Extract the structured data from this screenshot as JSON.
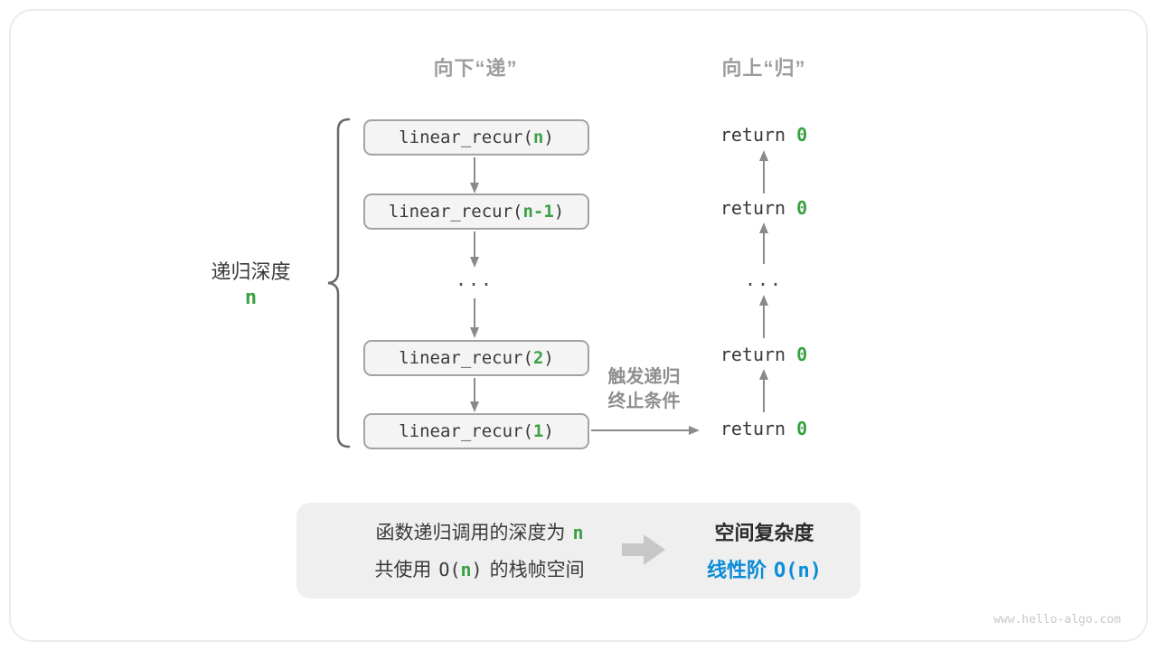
{
  "headers": {
    "down": "向下“递”",
    "up": "向上“归”"
  },
  "depth": {
    "label": "递归深度",
    "value": "n"
  },
  "recurse": {
    "boxes": [
      {
        "prefix": "linear_recur(",
        "arg": "n",
        "suffix": ")"
      },
      {
        "prefix": "linear_recur(",
        "arg": "n-1",
        "suffix": ")"
      },
      {
        "prefix": "linear_recur(",
        "arg": "2",
        "suffix": ")"
      },
      {
        "prefix": "linear_recur(",
        "arg": "1",
        "suffix": ")"
      }
    ],
    "ellipsis": "..."
  },
  "returns": {
    "items": [
      {
        "keyword": "return",
        "value": "0"
      },
      {
        "keyword": "return",
        "value": "0"
      },
      {
        "keyword": "return",
        "value": "0"
      },
      {
        "keyword": "return",
        "value": "0"
      }
    ],
    "ellipsis": "..."
  },
  "termination": {
    "line1": "触发递归",
    "line2": "终止条件"
  },
  "summary": {
    "left_line1_text": "函数递归调用的深度为",
    "left_line1_var": "n",
    "left_line2_pre": "共使用",
    "left_line2_code_open": "O(",
    "left_line2_var": "n",
    "left_line2_code_close": ")",
    "left_line2_post": "的栈帧空间",
    "right_title": "空间复杂度",
    "right_label": "线性阶",
    "right_code": "O(n)"
  },
  "watermark": "www.hello-algo.com",
  "colors": {
    "green": "#3aa245",
    "blue": "#0b8cd8",
    "gray_heading": "#9d9d9d",
    "arrow": "#8a8a8a"
  }
}
